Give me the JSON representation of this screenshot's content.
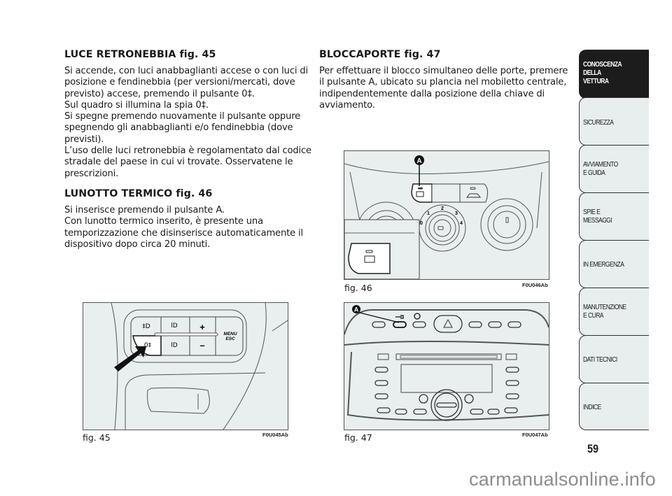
{
  "left_column": {
    "section1": {
      "title": "LUCE RETRONEBBIA fig. 45",
      "body": "Si accende, con luci anabbaglianti accese o con luci di\nposizione e fendinebbia (per versioni/mercati, dove\nprevisto) accese, premendo il pulsante 0‡.\nSul quadro si illumina la spia 0‡.\nSi spegne premendo nuovamente il pulsante oppure\nspegnendo gli anabbaglianti e/o fendinebbia (dove\nprevisti).\nL’uso delle luci retronebbia è regolamentato dal codice\nstradale del paese in cui vi trovate. Osservatene le\nprescrizioni."
    },
    "section2": {
      "title": "LUNOTTO TERMICO fig. 46",
      "body": "Si inserisce premendo il pulsante A.\nCon lunotto termico inserito, è presente una\ntemporizzazione che disinserisce automaticamente il\ndispositivo dopo circa 20 minuti."
    }
  },
  "right_column": {
    "section3": {
      "title": "BLOCCAPORTE fig. 47",
      "body": "Per effettuare il blocco simultaneo delle porte, premere\nil pulsante A, ubicato su plancia nel mobiletto centrale,\nindipendentemente dalla posizione della chiave di\navviamento."
    }
  },
  "figures": {
    "fig45": {
      "caption": "fig. 45",
      "code": "F0U045Ab",
      "labels": {
        "menu": "MENU",
        "esc": "ESC",
        "plus": "+",
        "minus": "–"
      }
    },
    "fig46": {
      "caption": "fig. 46",
      "code": "F0U046Ab",
      "callout": "A",
      "dial_labels": [
        "0",
        "1",
        "2",
        "3",
        "4"
      ]
    },
    "fig47": {
      "caption": "fig. 47",
      "code": "F0U047Ab",
      "callout": "A"
    }
  },
  "sidebar": {
    "tabs": [
      {
        "label": "CONOSCENZA\nDELLA\nVETTURA",
        "active": true
      },
      {
        "label": "SICUREZZA",
        "active": false
      },
      {
        "label": "AVVIAMENTO\nE GUIDA",
        "active": false
      },
      {
        "label": "SPIE E\nMESSAGGI",
        "active": false
      },
      {
        "label": "IN EMERGENZA",
        "active": false
      },
      {
        "label": "MANUTENZIONE\nE CURA",
        "active": false
      },
      {
        "label": "DATI TECNICI",
        "active": false
      },
      {
        "label": "INDICE",
        "active": false
      }
    ]
  },
  "page_number": "59",
  "watermark": "carmanualsonline.info",
  "colors": {
    "tab_active": "#1c1c1c",
    "tab_inactive": "#e8eded",
    "figure_bg": "#e9eeee"
  }
}
